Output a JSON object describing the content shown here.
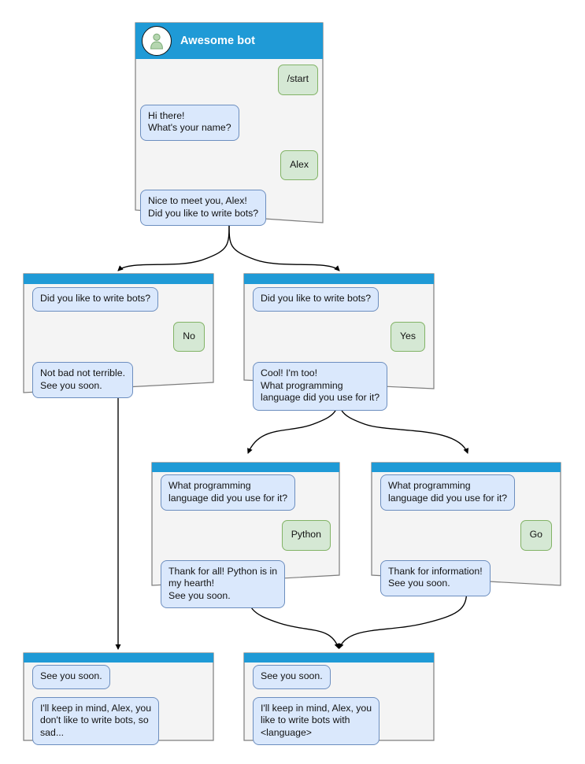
{
  "diagram": {
    "title": "Telegram bot conversation flow",
    "colors": {
      "header_blue": "#1f9ad6",
      "node_body": "#f4f4f4",
      "node_border": "#7d7d7d",
      "bot_bubble_fill": "#dae8fc",
      "bot_bubble_border": "#6c8ebf",
      "user_bubble_fill": "#d5e8d4",
      "user_bubble_border": "#82b366",
      "edge_stroke": "#000000",
      "avatar_person": "#b5d6b0",
      "canvas": "#ffffff"
    }
  },
  "nodes": [
    {
      "id": "root",
      "name": "node-awesome-bot",
      "header": {
        "title": "Awesome bot",
        "avatar_icon": "user-avatar-icon",
        "show_avatar": true
      },
      "messages": [
        {
          "side": "user",
          "text": "/start"
        },
        {
          "side": "bot",
          "text": "Hi there!\nWhat's your name?"
        },
        {
          "side": "user",
          "text": "Alex"
        },
        {
          "side": "bot",
          "text": "Nice to meet you, Alex!\nDid you like to write bots?"
        }
      ]
    },
    {
      "id": "no-branch",
      "name": "node-did-you-like-no",
      "header": {
        "title": "",
        "avatar_icon": "",
        "show_avatar": false
      },
      "messages": [
        {
          "side": "bot",
          "text": "Did you like to write bots?"
        },
        {
          "side": "user",
          "text": "No"
        },
        {
          "side": "bot",
          "text": "Not bad not terrible.\nSee you soon."
        }
      ]
    },
    {
      "id": "yes-branch",
      "name": "node-did-you-like-yes",
      "header": {
        "title": "",
        "avatar_icon": "",
        "show_avatar": false
      },
      "messages": [
        {
          "side": "bot",
          "text": "Did you like to write bots?"
        },
        {
          "side": "user",
          "text": "Yes"
        },
        {
          "side": "bot",
          "text": "Cool! I'm too!\nWhat programming\nlanguage did you use for it?"
        }
      ]
    },
    {
      "id": "python-branch",
      "name": "node-language-python",
      "header": {
        "title": "",
        "avatar_icon": "",
        "show_avatar": false
      },
      "messages": [
        {
          "side": "bot",
          "text": "What programming\nlanguage did you use for it?"
        },
        {
          "side": "user",
          "text": "Python"
        },
        {
          "side": "bot",
          "text": "Thank for all! Python is in\nmy hearth!\nSee you soon."
        }
      ]
    },
    {
      "id": "go-branch",
      "name": "node-language-go",
      "header": {
        "title": "",
        "avatar_icon": "",
        "show_avatar": false
      },
      "messages": [
        {
          "side": "bot",
          "text": "What programming\nlanguage did you use for it?"
        },
        {
          "side": "user",
          "text": "Go"
        },
        {
          "side": "bot",
          "text": "Thank for information!\nSee you soon."
        }
      ]
    },
    {
      "id": "end-sad",
      "name": "node-end-sad",
      "header": {
        "title": "",
        "avatar_icon": "",
        "show_avatar": false
      },
      "messages": [
        {
          "side": "bot",
          "text": "See you soon."
        },
        {
          "side": "bot",
          "text": "I'll keep in mind, Alex, you\ndon't like to write bots, so\nsad..."
        }
      ]
    },
    {
      "id": "end-happy",
      "name": "node-end-happy",
      "header": {
        "title": "",
        "avatar_icon": "",
        "show_avatar": false
      },
      "messages": [
        {
          "side": "bot",
          "text": "See you soon."
        },
        {
          "side": "bot",
          "text": "I'll keep in mind, Alex, you\nlike to write bots with\n<language>"
        }
      ]
    }
  ]
}
